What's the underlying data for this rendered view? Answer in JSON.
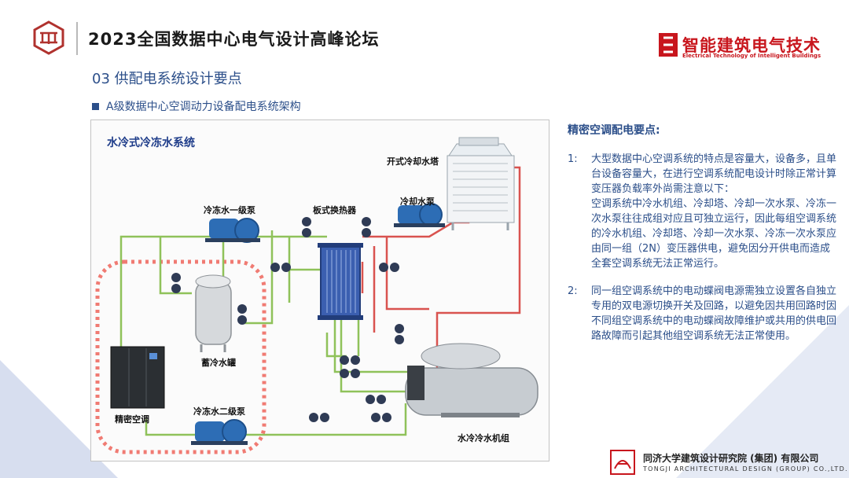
{
  "header": {
    "conference_title": "2023全国数据中心电气设计高峰论坛",
    "brand_cn": "智能建筑电气技术",
    "brand_en": "Electrical Technology of Intelligent Buildings"
  },
  "section": {
    "number_title": "03  供配电系统设计要点",
    "subtitle": "A级数据中心空调动力设备配电系统架构"
  },
  "diagram": {
    "title": "水冷式冷冻水系统",
    "labels": {
      "cooling_tower": "开式冷却水塔",
      "primary_pump": "冷冻水一级泵",
      "plate_exchanger": "板式换热器",
      "cooling_pump": "冷却水泵",
      "storage_tank": "蓄冷水罐",
      "precision_ac": "精密空调",
      "secondary_pump": "冷冻水二级泵",
      "chiller": "水冷冷水机组"
    },
    "colors": {
      "green_pipe": "#8fc25a",
      "red_pipe": "#d9534f",
      "highlight": "#f07b73"
    }
  },
  "notes": {
    "heading": "精密空调配电要点:",
    "items": [
      {
        "num": "1:",
        "para1": "大型数据中心空调系统的特点是容量大，设备多，且单台设备容量大，在进行空调系统配电设计时除正常计算变压器负载率外尚需注意以下：",
        "para2": "空调系统中冷水机组、冷却塔、冷却一次水泵、冷冻一次水泵往往成组对应且可独立运行，因此每组空调系统的冷水机组、冷却塔、冷却一次水泵、冷冻一次水泵应由同一组（2N）变压器供电，避免因分开供电而造成全套空调系统无法正常运行。"
      },
      {
        "num": "2:",
        "para1": "同一组空调系统中的电动蝶阀电源需独立设置各自独立专用的双电源切换开关及回路，以避免因共用回路时因不同组空调系统中的电动蝶阀故障维护或共用的供电回路故障而引起其他组空调系统无法正常使用。"
      }
    ]
  },
  "footer": {
    "org_cn": "同济大学建筑设计研究院 (集团) 有限公司",
    "org_en": "TONGJI ARCHITECTURAL DESIGN (GROUP) CO.,LTD."
  }
}
